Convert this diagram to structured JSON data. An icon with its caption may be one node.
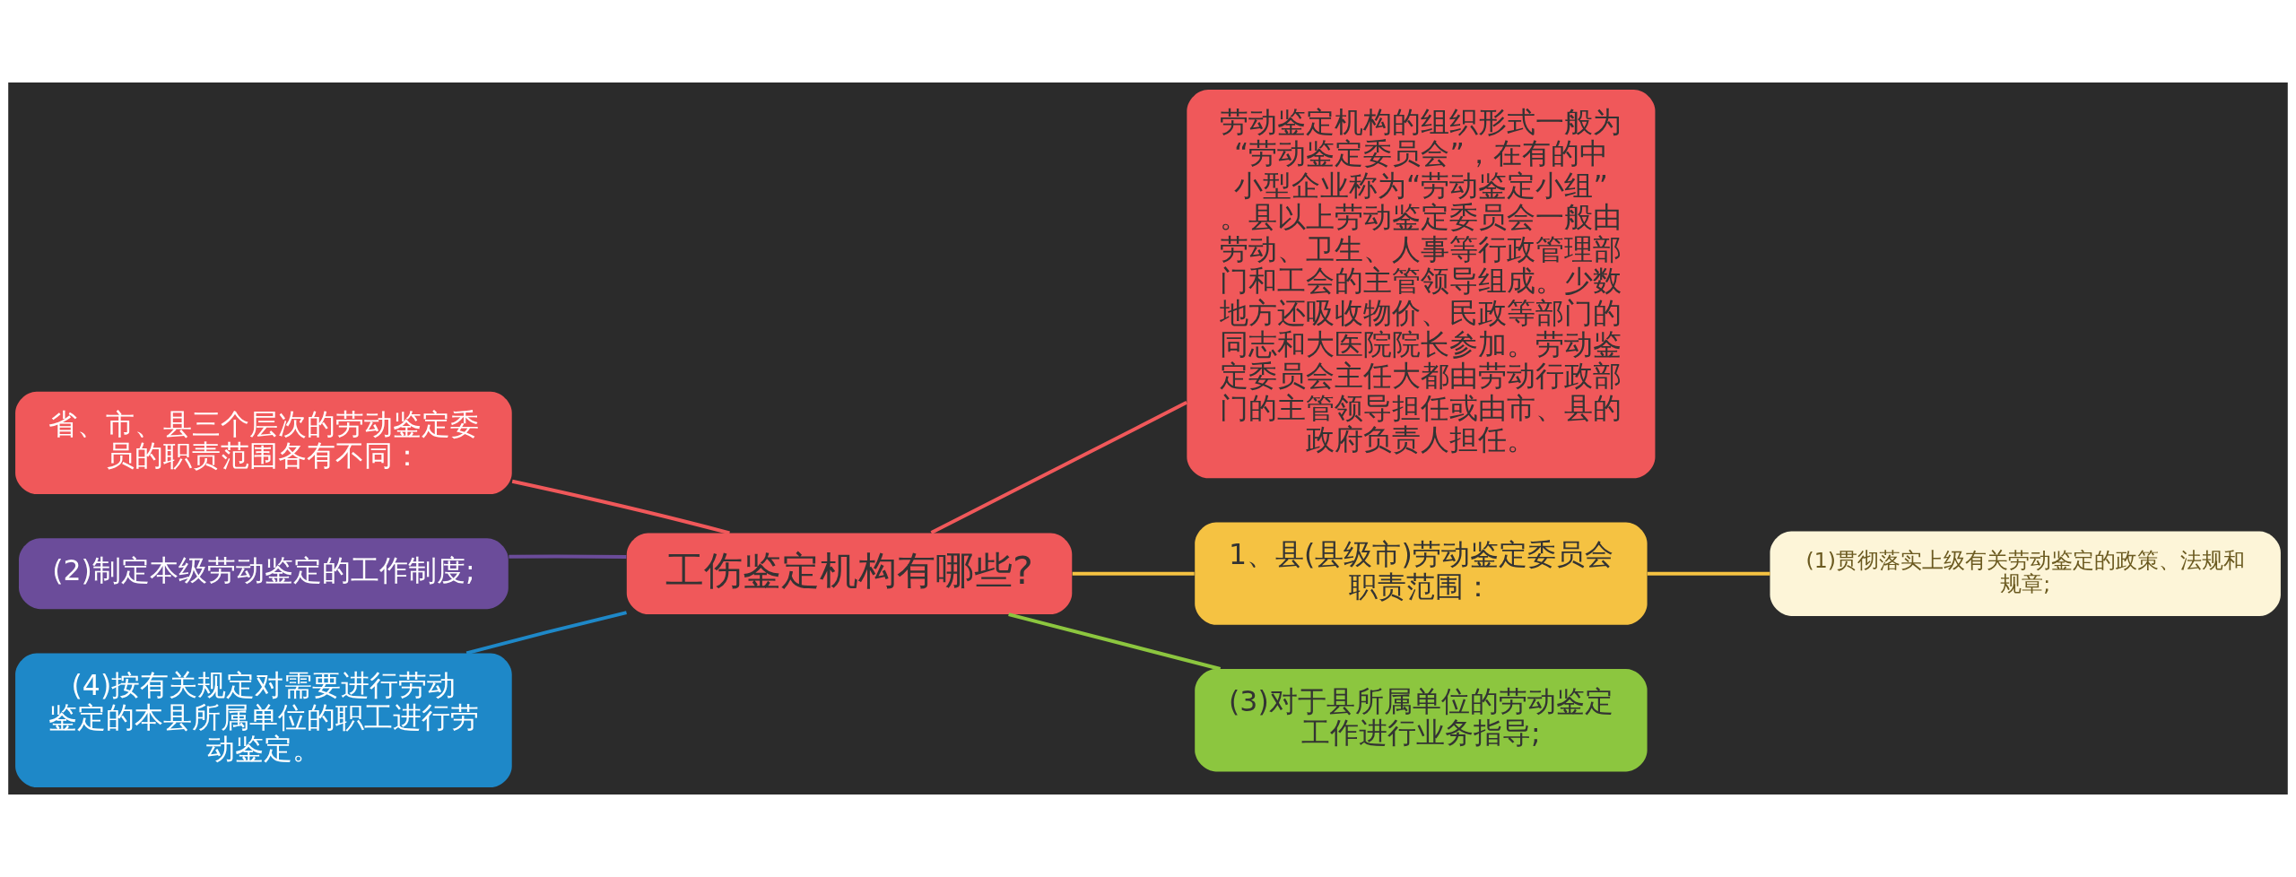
{
  "diagram": {
    "nodes": [
      {
        "text": [
          "工伤鉴定机构有哪些?"
        ]
      },
      {
        "text": [
          "劳动鉴定机构的组织形式一般为“劳动鉴定委员会”，在有的中小型企业称为“劳动鉴定小组”。县以上劳动鉴定委员会一般由劳动、卫生、人事等行政管理部门和工会的主管领导组成。少数地方还吸收物价、民政等部门的同志和大医院院长参加。劳动鉴定委员会主任大都由劳动行政部门的主管领导担任或由市、县的政府负责人担任。"
        ]
      },
      {
        "text": [
          "省、市、县三个层次的劳动鉴定委员的职责范围各有不同："
        ]
      },
      {
        "text": [
          "(2)制定本级劳动鉴定的工作制度;"
        ]
      },
      {
        "text": [
          "(4)按有关规定对需要进行劳动鉴定的本县所属单位的职工进行劳动鉴定。"
        ]
      },
      {
        "text": [
          "1、县(县级市)劳动鉴定委员会职责范围："
        ]
      },
      {
        "text": [
          "(1)贯彻落实上级有关劳动鉴定的政策、法规和规章;"
        ]
      },
      {
        "text": [
          "(3)对于县所属单位的劳动鉴定工作进行业务指导;"
        ]
      }
    ],
    "edges": [
      {
        "from": 0,
        "to": 1,
        "arrow": "none",
        "color": "#f0585a"
      },
      {
        "from": 0,
        "to": 2,
        "arrow": "none",
        "color": "#f0585a"
      },
      {
        "from": 0,
        "to": 3,
        "arrow": "none",
        "color": "#6b4c9a"
      },
      {
        "from": 0,
        "to": 4,
        "arrow": "none",
        "color": "#1e88c8"
      },
      {
        "from": 0,
        "to": 5,
        "arrow": "none",
        "color": "#f5c242"
      },
      {
        "from": 5,
        "to": 6,
        "arrow": "none",
        "color": "#f5c242"
      },
      {
        "from": 0,
        "to": 7,
        "arrow": "none",
        "color": "#8cc63f"
      }
    ]
  }
}
